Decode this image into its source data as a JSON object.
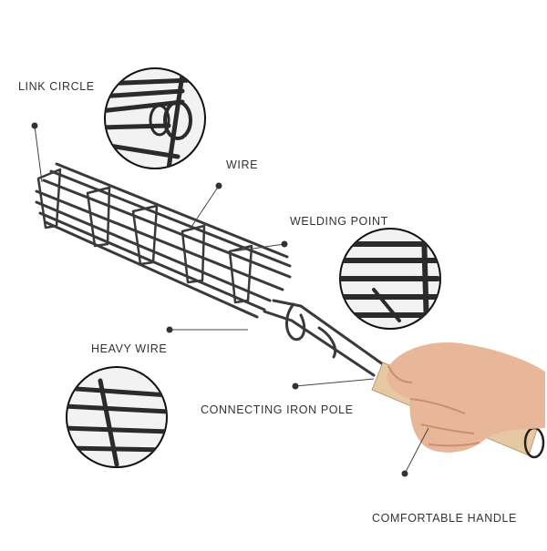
{
  "labels": {
    "link_circle": "LINK CIRCLE",
    "wire": "WIRE",
    "welding_point": "WELDING POINT",
    "heavy_wire": "HEAVY WIRE",
    "connecting_iron_pole": "CONNECTING IRON POLE",
    "comfortable_handle": "COMFORTABLE HANDLE"
  },
  "colors": {
    "text": "#333333",
    "leader_line": "#444444",
    "dot": "#333333",
    "wire_metal": "#3a3a3a",
    "handle_wood": "#e6c9a3",
    "skin": "#e8b79a",
    "circle_bg": "#f2f2f2"
  },
  "icons": [
    "grill-basket",
    "hand",
    "wooden-handle",
    "detail-magnifier-circle"
  ]
}
